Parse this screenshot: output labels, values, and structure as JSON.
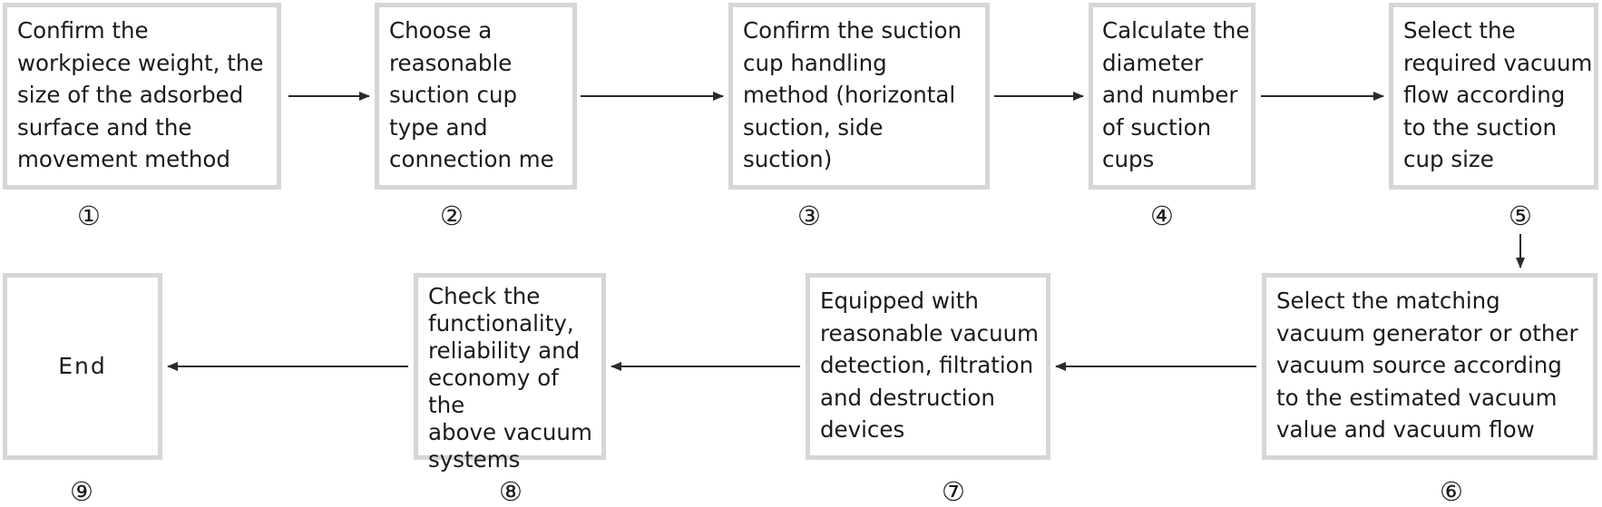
{
  "steps": [
    {
      "text": "Confirm the\nworkpiece weight, the\nsize of the adsorbed\nsurface and the\nmovement method",
      "num": "①"
    },
    {
      "text": "Choose a\nreasonable\nsuction cup\ntype and\nconnection me",
      "num": "②"
    },
    {
      "text": "Confirm the suction\ncup handling\nmethod (horizontal\nsuction, side\nsuction)",
      "num": "③"
    },
    {
      "text": "Calculate the\ndiameter\nand number\nof suction\ncups",
      "num": "④"
    },
    {
      "text": "Select the\nrequired vacuum\nflow according\nto the suction\ncup size",
      "num": "⑤"
    },
    {
      "text": "Select the matching\nvacuum generator or other\nvacuum source according\nto the estimated vacuum\nvalue and vacuum flow",
      "num": "⑥"
    },
    {
      "text": "Equipped with\nreasonable vacuum\ndetection, filtration\nand destruction\ndevices",
      "num": "⑦"
    },
    {
      "text": "Check the\nfunctionality,\nreliability and\neconomy of the\nabove vacuum\nsystems",
      "num": "⑧"
    },
    {
      "text": "End",
      "num": "⑨"
    }
  ]
}
